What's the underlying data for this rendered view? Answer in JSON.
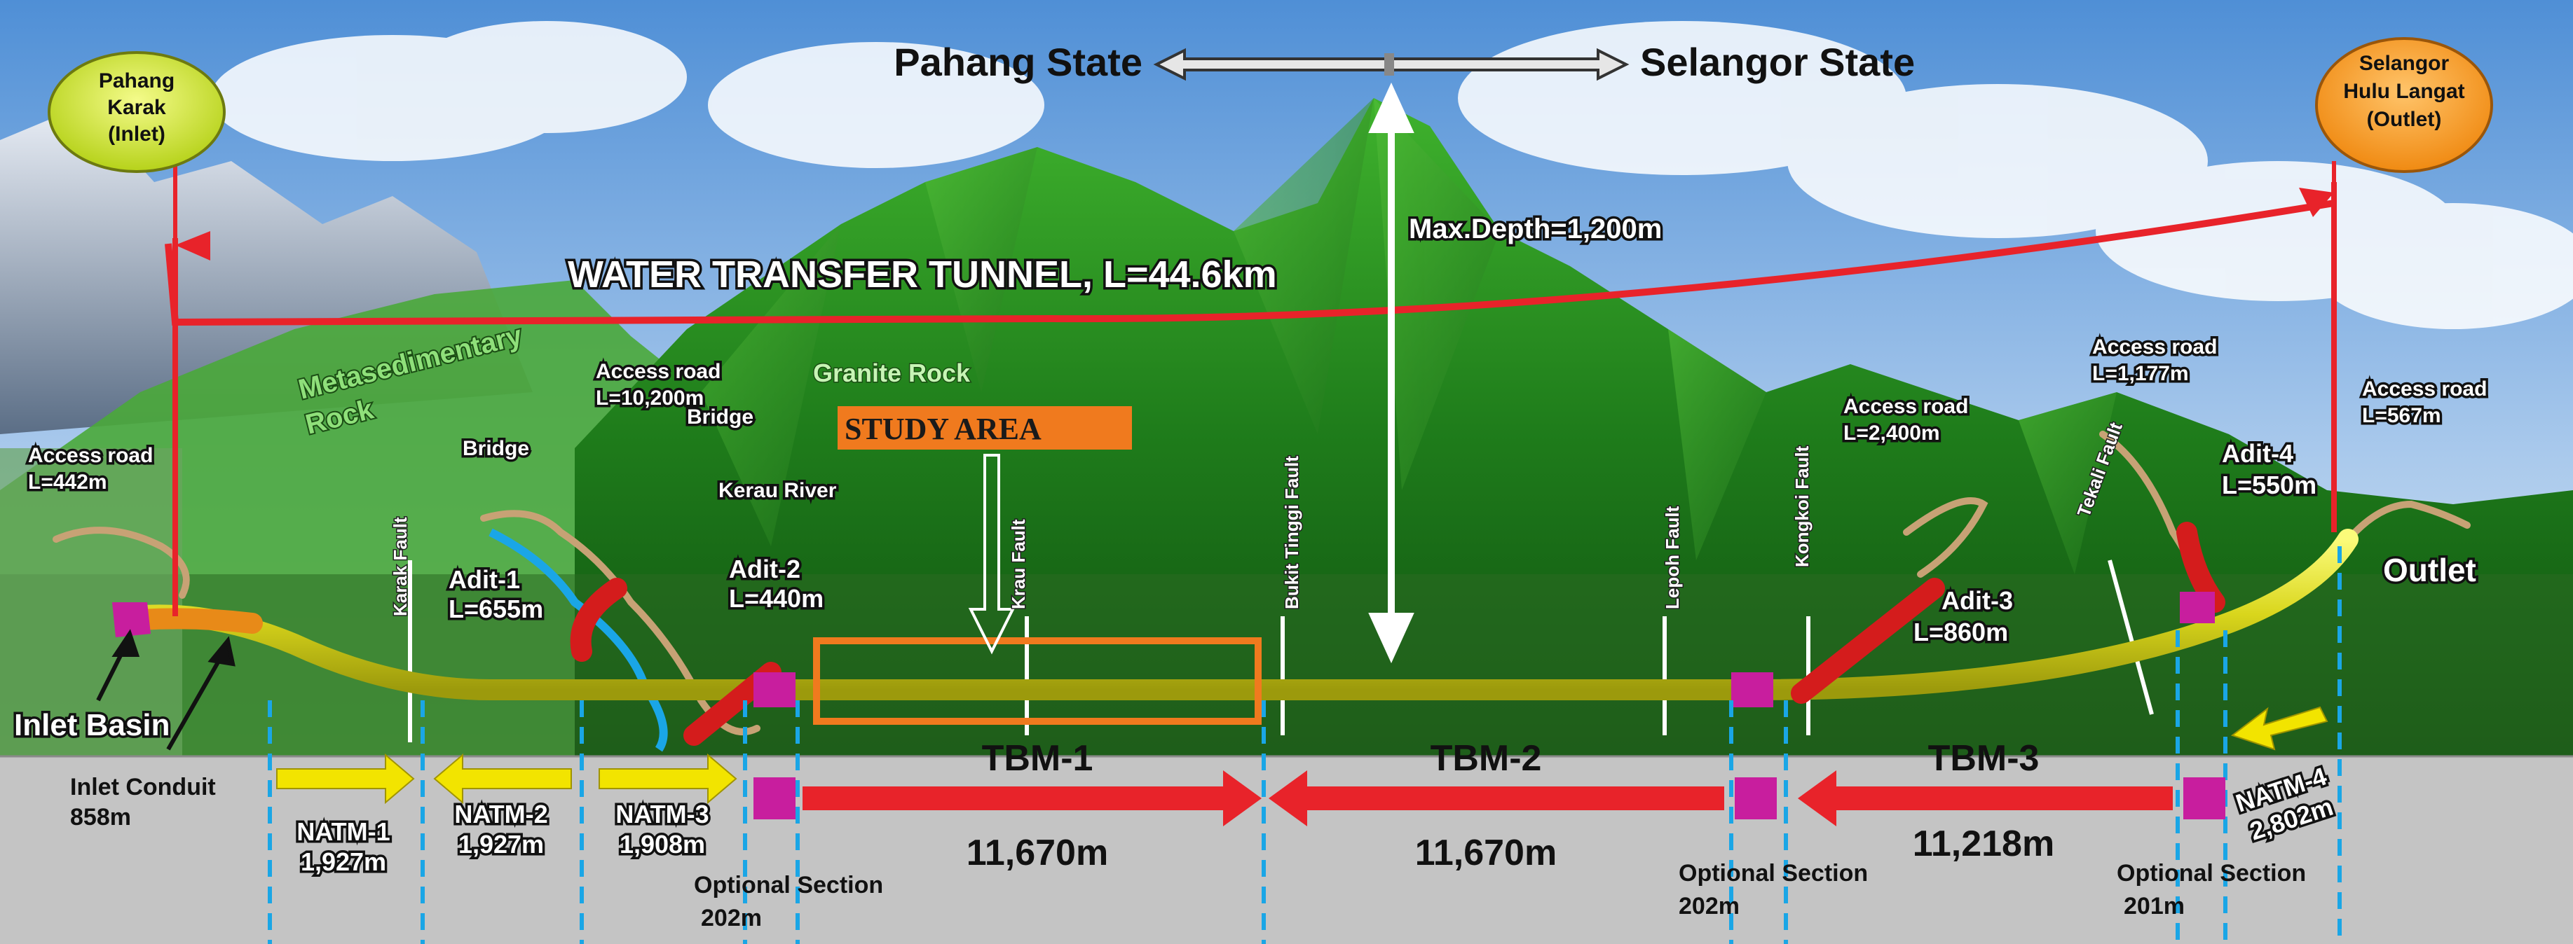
{
  "header": {
    "left_state": "Pahang State",
    "right_state": "Selangor State"
  },
  "inlet_bubble": [
    "Pahang",
    "Karak",
    "(Inlet)"
  ],
  "outlet_bubble": [
    "Selangor",
    "Hulu Langat",
    "(Outlet)"
  ],
  "tunnel_title": "WATER TRANSFER TUNNEL, L=44.6km",
  "max_depth": "Max.Depth=1,200m",
  "rocks": {
    "metasedimentary": [
      "Metasedimentary",
      "Rock"
    ],
    "granite": "Granite Rock"
  },
  "study_area": "STUDY AREA",
  "faults": [
    "Karak Fault",
    "Krau Fault",
    "Bukit Tinggi Fault",
    "Lepoh Fault",
    "Kongkoi Fault",
    "Tekali Fault"
  ],
  "access_roads": [
    [
      "Access road",
      "L=442m"
    ],
    [
      "Access road",
      "L=10,200m"
    ],
    [
      "Access road",
      "L=2,400m"
    ],
    [
      "Access road",
      "L=1,177m"
    ],
    [
      "Access road",
      "L=567m"
    ]
  ],
  "bridges": [
    "Bridge",
    "Bridge"
  ],
  "river": "Kerau River",
  "adits": [
    [
      "Adit-1",
      "L=655m"
    ],
    [
      "Adit-2",
      "L=440m"
    ],
    [
      "Adit-3",
      "L=860m"
    ],
    [
      "Adit-4",
      "L=550m"
    ]
  ],
  "outlet_label": "Outlet",
  "inlet_basin": "Inlet Basin",
  "inlet_conduit": [
    "Inlet Conduit",
    "858m"
  ],
  "natm": [
    [
      "NATM-1",
      "1,927m"
    ],
    [
      "NATM-2",
      "1,927m"
    ],
    [
      "NATM-3",
      "1,908m"
    ],
    [
      "NATM-4",
      "2,802m"
    ]
  ],
  "tbm": [
    {
      "name": "TBM-1",
      "length": "11,670m"
    },
    {
      "name": "TBM-2",
      "length": "11,670m"
    },
    {
      "name": "TBM-3",
      "length": "11,218m"
    }
  ],
  "optional_sections": [
    [
      "Optional Section",
      "202m"
    ],
    [
      "Optional Section",
      "202m"
    ],
    [
      "Optional Section",
      "201m"
    ]
  ],
  "colors": {
    "tunnel": "#e8e82a",
    "red_arrow": "#e8232a",
    "yellow_arrow": "#f2e400",
    "magenta": "#c81e9e",
    "study_box": "#f07a1e",
    "ground": "#c4c4c4",
    "mountain": "#2e9a22"
  }
}
